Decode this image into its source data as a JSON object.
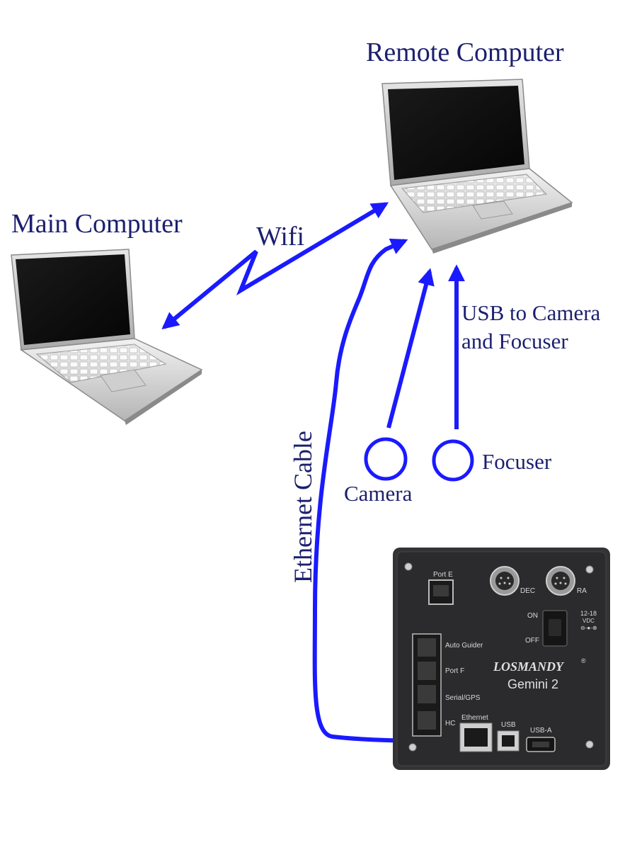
{
  "diagram": {
    "colors": {
      "label": "#1c1f6e",
      "connection": "#1a1aff",
      "panel": "#2b2b2d",
      "panel_text": "#d8d8d8"
    },
    "labels": {
      "remote_computer": "Remote Computer",
      "main_computer": "Main Computer",
      "wifi": "Wifi",
      "usb": "USB to Camera",
      "usb_line2": "and Focuser",
      "camera": "Camera",
      "focuser": "Focuser",
      "ethernet": "Ethernet Cable"
    },
    "mount_controller": {
      "brand": "LOSMANDY",
      "model": "Gemini 2",
      "ports": {
        "port_e": "Port E",
        "dec": "DEC",
        "ra": "RA",
        "on": "ON",
        "off": "OFF",
        "power": "12-18",
        "power_unit": "VDC",
        "auto_guider": "Auto Guider",
        "port_f": "Port F",
        "serial_gps": "Serial/GPS",
        "hc": "HC",
        "ethernet": "Ethernet",
        "usb": "USB",
        "usb_a": "USB-A"
      }
    }
  }
}
